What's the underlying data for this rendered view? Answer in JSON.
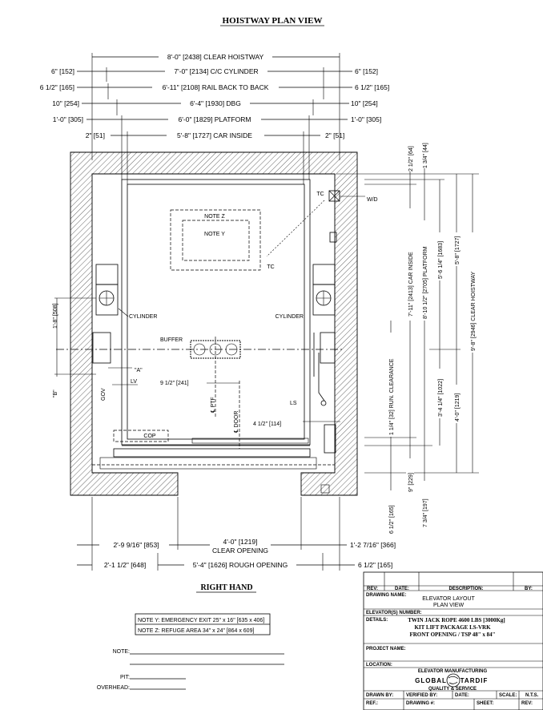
{
  "title": "HOISTWAY PLAN VIEW",
  "subtitle": "RIGHT HAND",
  "top_dimensions": [
    {
      "left": "",
      "center": "8'-0\" [2438] CLEAR HOISTWAY",
      "right": ""
    },
    {
      "left": "6\" [152]",
      "center": "7'-0\" [2134] C/C CYLINDER",
      "right": "6\" [152]"
    },
    {
      "left": "6 1/2\" [165]",
      "center": "6'-11\" [2108] RAIL BACK TO BACK",
      "right": "6 1/2\" [165]"
    },
    {
      "left": "10\" [254]",
      "center": "6'-4\" [1930] DBG",
      "right": "10\" [254]"
    },
    {
      "left": "1'-0\" [305]",
      "center": "6'-0\" [1829] PLATFORM",
      "right": "1'-0\" [305]"
    },
    {
      "left": "2\" [51]",
      "center": "5'-8\" [1727] CAR INSIDE",
      "right": "2\" [51]"
    }
  ],
  "right_dimensions": {
    "top_gap": "2 1/2\" [64]",
    "top_gap2": "1 3/4\" [44]",
    "car_inside": "7'-11\" [2413] CAR INSIDE",
    "platform": "8'-10 1/2\" [2705] PLATFORM",
    "upper_platform": "5'-6 1/4\" [1683]",
    "upper_hoistway": "5'-8\" [1727]",
    "clear_hoistway": "9'-8\" [2946] CLEAR HOISTWAY",
    "run_clearance": "1 1/4\" [32] RUN. CLEARANCE",
    "lower_platform": "3'-4 1/4\" [1022]",
    "lower_hoistway": "4'-0\" [1219]",
    "sill_1": "6 1/2\" [165]",
    "sill_2": "9\" [229]",
    "sill_3": "7 3/4\" [197]"
  },
  "left_dimensions": {
    "rail_offset": "1'-8\" [508]",
    "b_label": "\"B\""
  },
  "bottom_dimensions": {
    "left_clear": "2'-9 9/16\" [853]",
    "clear_opening": "4'-0\" [1219]",
    "clear_opening_label": "CLEAR OPENING",
    "right_clear": "1'-2 7/16\" [366]",
    "left_rough": "2'-1 1/2\" [648]",
    "rough_opening": "5'-4\" [1626] ROUGH OPENING",
    "right_rough": "6 1/2\" [165]"
  },
  "plan_labels": {
    "note_z": "NOTE Z",
    "note_y": "NOTE Y",
    "tc_top": "TC",
    "tc_bottom": "TC",
    "wd": "W/D",
    "cylinder_left": "CYLINDER",
    "cylinder_right": "CYLINDER",
    "buffer": "BUFFER",
    "a_label": "\"A\"",
    "lv": "LV",
    "gov": "GOV",
    "ptf_offset": "9 1/2\" [241]",
    "cl_ptf": "℄ PTF",
    "cl_door": "℄ DOOR",
    "ls": "LS",
    "door_offset": "4 1/2\" [114]",
    "cop": "COP"
  },
  "notes_table": [
    "NOTE Y: EMERGENCY EXIT 25\" x 16\" [635 x 406]",
    "NOTE Z: REFUGE AREA 34\" x 24\" [864 x 609]"
  ],
  "fields": {
    "note": "NOTE:",
    "pit": "PIT:",
    "overhead": "OVERHEAD:"
  },
  "title_block": {
    "rev": "REV:",
    "date": "DATE:",
    "description": "DESCRIPTION:",
    "by": "BY:",
    "drawing_name_label": "DRAWING NAME:",
    "drawing_name": [
      "ELEVATOR LAYOUT",
      "PLAN VIEW"
    ],
    "elevator_number_label": "ELEVATOR(S) NUMBER:",
    "details_label": "DETAILS:",
    "details": [
      "TWIN JACK ROPE 4600 LBS [3000Kg]",
      "KIT LIFT PACKAGE LS-VRK",
      "FRONT OPENING / TSP 48\" x 84\""
    ],
    "project_name_label": "PROJECT NAME:",
    "location_label": "LOCATION:",
    "logo_left": "GLOBAL",
    "logo_right": "TARDIF",
    "logo_top": "ELEVATOR MANUFACTURING",
    "logo_bottom": "QUALITY & SERVICE",
    "drawn_by": "DRAWN BY:",
    "verified_by": "VERIFIED BY:",
    "date2": "DATE:",
    "scale": "SCALE:",
    "scale_value": "N.T.S.",
    "ref": "REF.:",
    "drawing_no": "DRAWING #:",
    "sheet": "SHEET:",
    "rev2": "REV:"
  }
}
